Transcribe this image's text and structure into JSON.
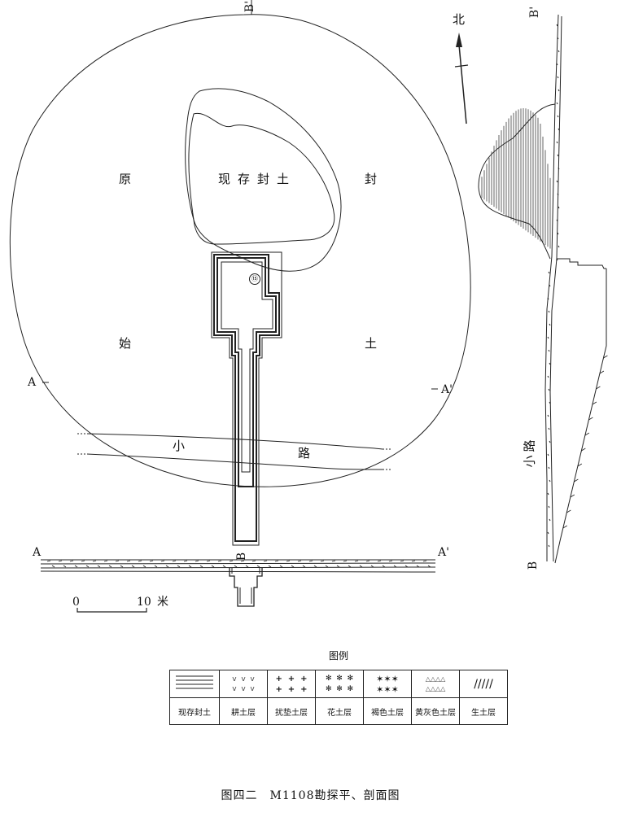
{
  "plan": {
    "mound_labels": [
      "原",
      "封",
      "始",
      "土"
    ],
    "existing_mound_label": "现存封土",
    "road_label_1": "小",
    "road_label_2": "路",
    "north_label": "北",
    "section_a_left": "A",
    "section_a_right": "A'",
    "section_b_top": "B'",
    "section_b_bottom": "B",
    "scale_zero": "0",
    "scale_ten": "10",
    "scale_unit": "米",
    "stamp": "⑮"
  },
  "profile": {
    "top_label": "B'",
    "bottom_label": "B",
    "road_label": "小路"
  },
  "section_aa": {
    "left_label": "A",
    "right_label": "A'",
    "mid_label": "B"
  },
  "legend": {
    "title": "图例",
    "items": [
      {
        "name": "现存封土",
        "symbol": "lines"
      },
      {
        "name": "耕土层",
        "symbol": "v"
      },
      {
        "name": "扰垫土层",
        "symbol": "cross"
      },
      {
        "name": "花土层",
        "symbol": "flower"
      },
      {
        "name": "褐色土层",
        "symbol": "xstar"
      },
      {
        "name": "黄灰色土层",
        "symbol": "triangle"
      },
      {
        "name": "生土层",
        "symbol": "slash"
      }
    ]
  },
  "caption": "图四二　M1108勘探平、剖面图"
}
